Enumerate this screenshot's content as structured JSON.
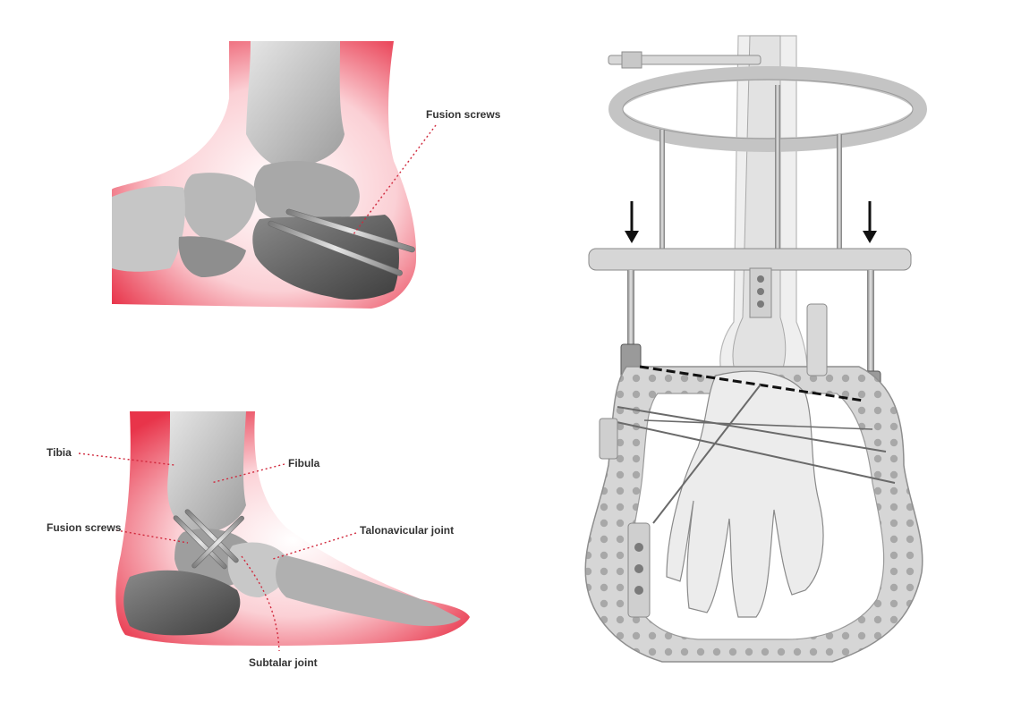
{
  "labels": {
    "top_fusion_screws": "Fusion screws",
    "tibia": "Tibia",
    "fibula": "Fibula",
    "bottom_fusion_screws": "Fusion screws",
    "talonavicular_joint": "Talonavicular joint",
    "subtalar_joint": "Subtalar joint"
  },
  "colors": {
    "skin": "#e8344a",
    "skin_light": "#f6a8b0",
    "bone_light": "#d8d8d8",
    "bone_mid": "#b4b4b4",
    "bone_dark": "#6e6e6e",
    "leader": "#d0283c",
    "frame": "#d4d4d4",
    "frame_edge": "#9a9a9a"
  },
  "icons": [
    "fusion-screw",
    "external-fixator-frame",
    "compression-arrow"
  ]
}
